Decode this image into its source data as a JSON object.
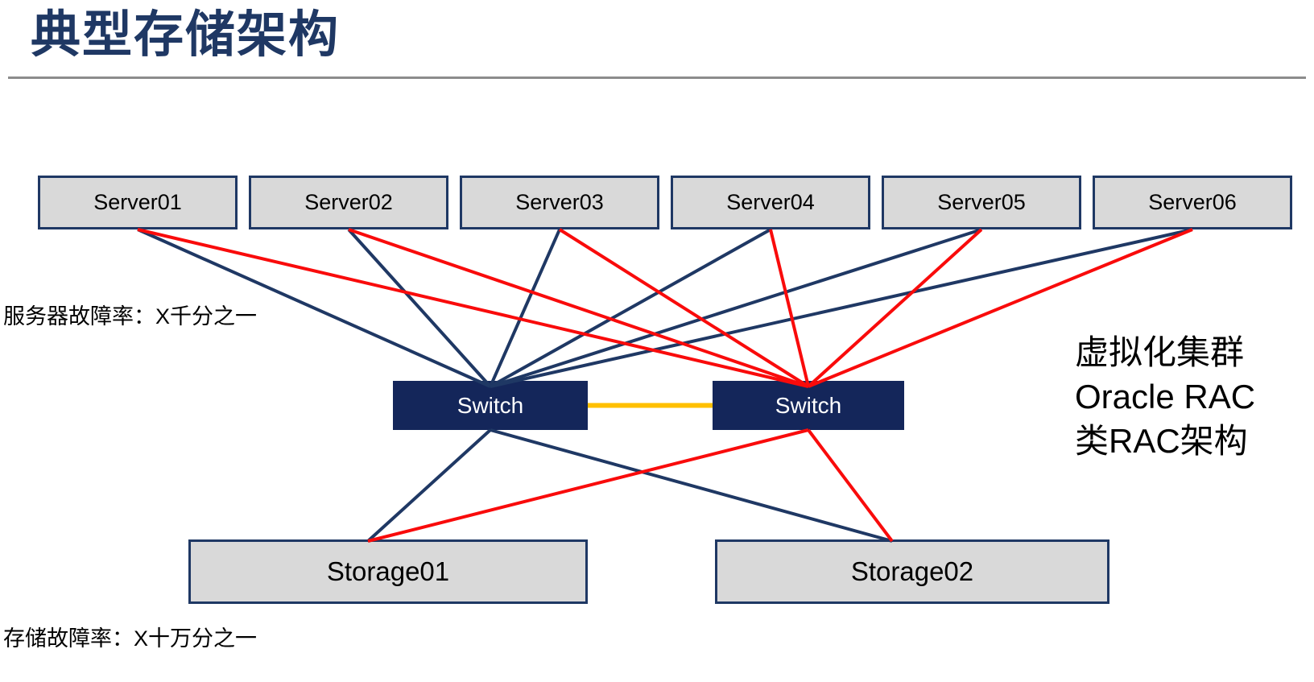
{
  "title": "典型存储架构",
  "servers": [
    "Server01",
    "Server02",
    "Server03",
    "Server04",
    "Server05",
    "Server06"
  ],
  "switches": {
    "left": "Switch",
    "right": "Switch"
  },
  "storages": [
    "Storage01",
    "Storage02"
  ],
  "annotations": {
    "server_failure_rate": "服务器故障率：X千分之一",
    "storage_failure_rate": "存储故障率：X十万分之一",
    "right_note_lines": [
      "虚拟化集群",
      "Oracle RAC",
      "类RAC架构"
    ]
  },
  "colors": {
    "navy": "#1F3864",
    "red": "#F90B0B",
    "yellow": "#FFC000",
    "node_fill": "#D9D9D9",
    "switch_fill": "#14265A",
    "divider_gray": "#8C8C8C",
    "text_black": "#000000"
  },
  "diagram": {
    "edges": [
      {
        "from": "server-01",
        "from_anchor": "bottom",
        "to": "switch-a",
        "to_anchor": "top-in",
        "color": "navy",
        "width": 4
      },
      {
        "from": "server-02",
        "from_anchor": "bottom",
        "to": "switch-a",
        "to_anchor": "top-in",
        "color": "navy",
        "width": 4
      },
      {
        "from": "server-03",
        "from_anchor": "bottom",
        "to": "switch-a",
        "to_anchor": "top-in",
        "color": "navy",
        "width": 4
      },
      {
        "from": "server-04",
        "from_anchor": "bottom",
        "to": "switch-a",
        "to_anchor": "top-in",
        "color": "navy",
        "width": 4
      },
      {
        "from": "server-05",
        "from_anchor": "bottom",
        "to": "switch-a",
        "to_anchor": "top-in",
        "color": "navy",
        "width": 4
      },
      {
        "from": "server-06",
        "from_anchor": "bottom",
        "to": "switch-a",
        "to_anchor": "top-in",
        "color": "navy",
        "width": 4
      },
      {
        "from": "server-01",
        "from_anchor": "bottom",
        "to": "switch-b",
        "to_anchor": "top-in",
        "color": "red",
        "width": 4
      },
      {
        "from": "server-02",
        "from_anchor": "bottom",
        "to": "switch-b",
        "to_anchor": "top-in",
        "color": "red",
        "width": 4
      },
      {
        "from": "server-03",
        "from_anchor": "bottom",
        "to": "switch-b",
        "to_anchor": "top-in",
        "color": "red",
        "width": 4
      },
      {
        "from": "server-04",
        "from_anchor": "bottom",
        "to": "switch-b",
        "to_anchor": "top-in",
        "color": "red",
        "width": 4
      },
      {
        "from": "server-05",
        "from_anchor": "bottom",
        "to": "switch-b",
        "to_anchor": "top-in",
        "color": "red",
        "width": 4
      },
      {
        "from": "server-06",
        "from_anchor": "bottom",
        "to": "switch-b",
        "to_anchor": "top-in",
        "color": "red",
        "width": 4
      },
      {
        "from": "switch-a",
        "from_anchor": "bottom",
        "to": "storage-01",
        "to_anchor": "top-off-left",
        "color": "navy",
        "width": 4
      },
      {
        "from": "switch-a",
        "from_anchor": "bottom",
        "to": "storage-02",
        "to_anchor": "top-off-left",
        "color": "navy",
        "width": 4
      },
      {
        "from": "switch-b",
        "from_anchor": "bottom",
        "to": "storage-01",
        "to_anchor": "top-off-left",
        "color": "red",
        "width": 4
      },
      {
        "from": "switch-b",
        "from_anchor": "bottom",
        "to": "storage-02",
        "to_anchor": "top-off-left",
        "color": "red",
        "width": 4
      },
      {
        "from": "switch-a",
        "from_anchor": "right",
        "to": "switch-b",
        "to_anchor": "left",
        "color": "yellow",
        "width": 6
      }
    ]
  }
}
